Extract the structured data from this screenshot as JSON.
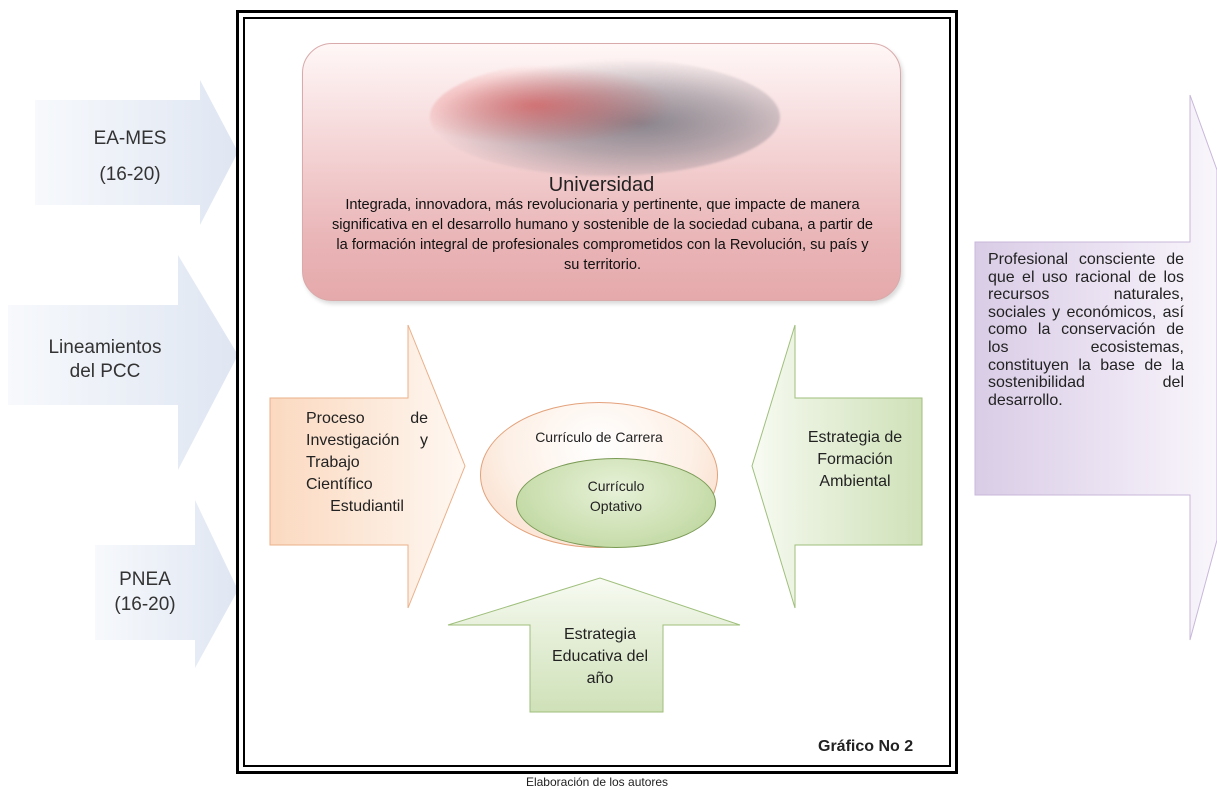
{
  "inputs": {
    "ea_mes": {
      "line1": "EA-MES",
      "line2": "(16-20)"
    },
    "lineamientos": {
      "line1": "Lineamientos",
      "line2": "del PCC"
    },
    "pnea": {
      "line1": "PNEA",
      "line2": "(16-20)"
    }
  },
  "universidad": {
    "title": "Universidad",
    "description": "Integrada, innovadora, más revolucionaria y pertinente, que impacte de manera significativa en el desarrollo humano y sostenible de la sociedad cubana, a partir de la formación integral de profesionales comprometidos con la Revolución, su país y su territorio."
  },
  "arrows": {
    "investigacion": "Proceso de Investigación y Trabajo Científico Estudiantil",
    "formacion_ambiental": "Estrategia de Formación Ambiental",
    "educativa": "Estrategia Educativa del año"
  },
  "curriculo": {
    "carrera": "Currículo de Carrera",
    "optativo": "Currículo Optativo"
  },
  "profesional": "Profesional consciente de que el uso racional de los recursos naturales, sociales y económicos, así como la conservación de los ecosistemas, constituyen la base de la sostenibilidad del desarrollo.",
  "grafico_label": "Gráfico No 2",
  "caption": "Elaboración de los autores",
  "colors": {
    "input_arrow": "#e9eef7",
    "orange_arrow": "#f9d3b6",
    "green_arrow": "#d5e5c2",
    "purple_arrow": "#e6dcef",
    "universidad": "#eab6b8"
  }
}
